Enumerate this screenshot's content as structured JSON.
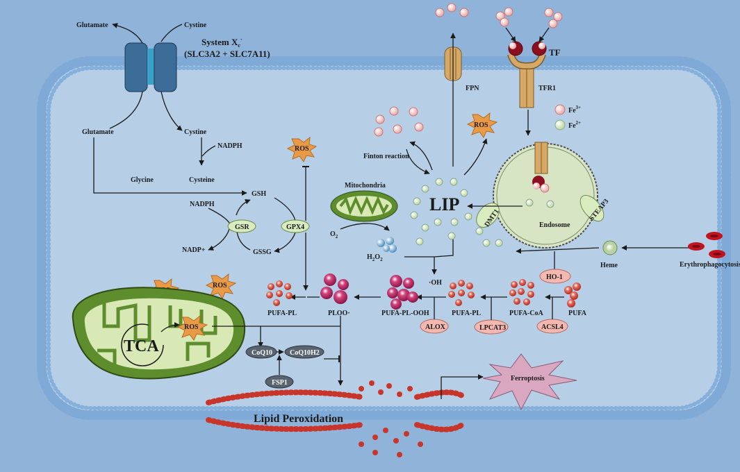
{
  "labels": {
    "glutamate_out": "Glutamate",
    "cystine_out": "Cystine",
    "system_xc": "System X",
    "system_xc_sup": "c",
    "system_xc_minus": "-",
    "system_xc_genes": "(SLC3A2 + SLC7A11)",
    "glutamate_in": "Glutamate",
    "cystine_in": "Cystine",
    "nadph_top": "NADPH",
    "glycine": "Glycine",
    "cysteine": "Cysteine",
    "gsh": "GSH",
    "nadph_left": "NADPH",
    "gsr": "GSR",
    "gpx4": "GPX4",
    "nadp_plus": "NADP+",
    "gssg": "GSSG",
    "ros_gpx4": "ROS",
    "fpn": "FPN",
    "tfr1": "TFR1",
    "tf": "TF",
    "fe3": "Fe",
    "fe3_sup": "3+",
    "fe2": "Fe",
    "fe2_sup": "2+",
    "ros_lip": "ROS",
    "fenton": "Finton reaction",
    "lip": "LIP",
    "mitochondria": "Mitochondria",
    "o2": "O",
    "o2_sub": "2",
    "h2o2": "H",
    "h2o2_sub1": "2",
    "h2o2_o": "O",
    "h2o2_sub2": "2",
    "dmt1": "DMT1",
    "steap3": "STEAP3",
    "endosome": "Endosome",
    "heme": "Heme",
    "erythrophagocytosis": "Erythrophagocytosis",
    "ho1": "HO-1",
    "oh_radical": "·OH",
    "ros_a": "ROS",
    "ros_b": "ROS",
    "ros_mito": "ROS",
    "tca": "TCA",
    "pufa_pl_left": "PUFA-PL",
    "ploo": "PLOO·",
    "pufa_pl_ooh": "PUFA-PL-OOH",
    "pufa_pl_mid": "PUFA-PL",
    "pufa_coa": "PUFA-CoA",
    "pufa": "PUFA",
    "alox": "ALOX",
    "lpcat3": "LPCAT3",
    "acsl4": "ACSL4",
    "coq10": "CoQ10",
    "coq10h2": "CoQ10H2",
    "fsp1": "FSP1",
    "ferroptosis": "Ferroptosis",
    "lipid_peroxidation": "Lipid Peroxidation"
  },
  "colors": {
    "background": "#8fb3d9",
    "cytoplasm": "#b6cfe6",
    "membrane_bead": "#78a6d9",
    "transporter": "#3c6d98",
    "transporter_core": "#3aa0c8",
    "tfr_tan": "#d7a967",
    "mitochondria_green": "#5e8d2d",
    "mitochondria_inner": "#d8e9b5",
    "ros_orange": "#e89a46",
    "enzyme_green": "#d9ecc0",
    "enzyme_pink": "#f4b8b0",
    "enzyme_gray": "#5a6470",
    "ploo_magenta": "#b0235a",
    "red_lipid": "#c8362b"
  }
}
